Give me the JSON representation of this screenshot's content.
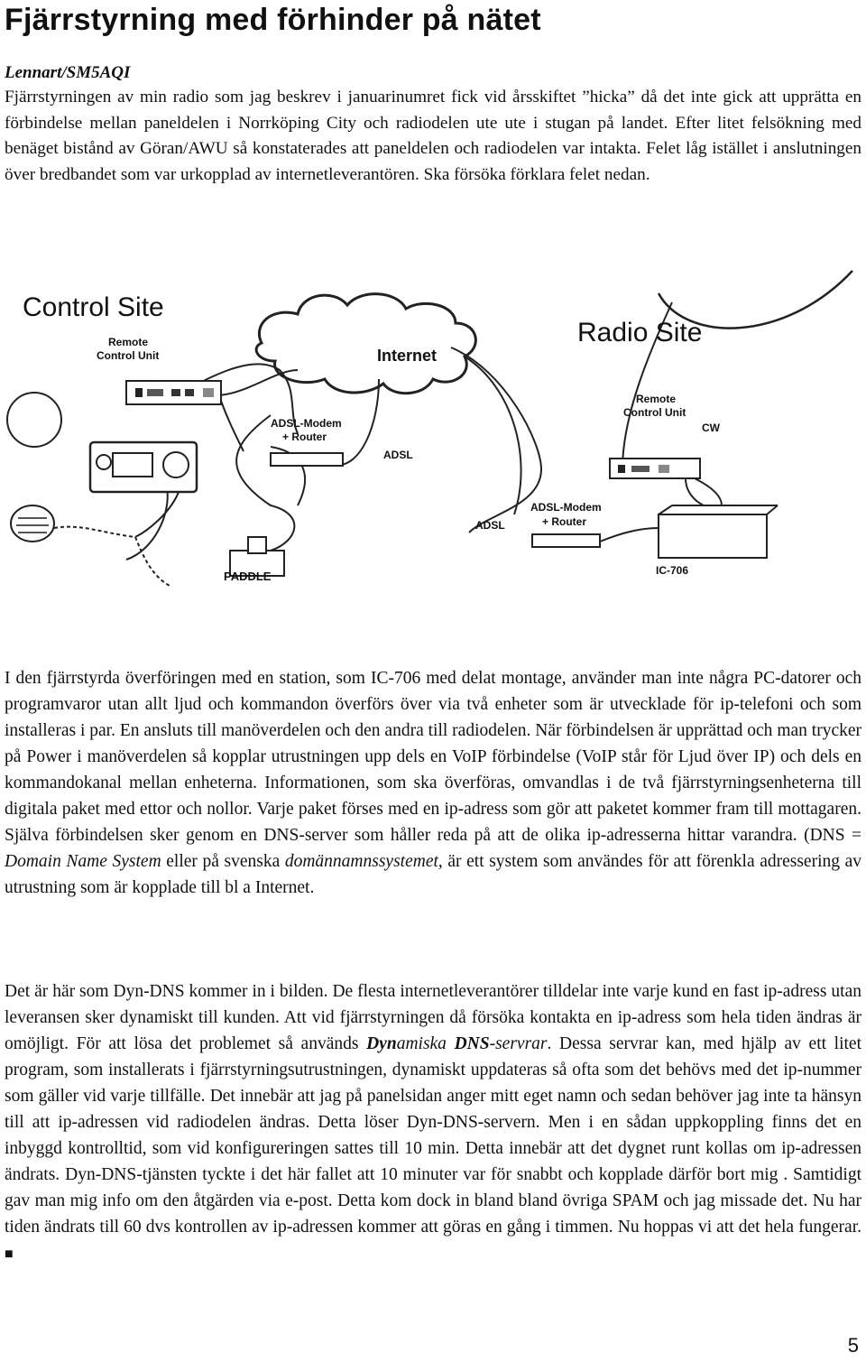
{
  "title": "Fjärrstyrning med förhinder på nätet",
  "author": "Lennart/SM5AQI",
  "intro": "Fjärrstyrningen av min radio som jag beskrev i januarinumret fick vid årsskiftet ”hicka” då det inte gick att upprätta en förbindelse mellan paneldelen i Norrköping City och radiodelen ute ute i stugan på landet. Efter litet felsökning med benäget bistånd av Göran/AWU så konstaterades att paneldelen och radiodelen var intakta. Felet låg istället i anslutningen över bredbandet som var urkopplad av internetleverantören. Ska försöka förklara felet nedan.",
  "diagram": {
    "control_site": "Control Site",
    "radio_site": "Radio Site",
    "internet": "Internet",
    "remote_control_unit": [
      "Remote",
      "Control Unit"
    ],
    "adsl_modem": [
      "ADSL-Modem",
      "+ Router"
    ],
    "adsl": "ADSL",
    "paddle": "PADDLE",
    "cw": "CW",
    "radio_model": "IC-706"
  },
  "p2": {
    "part1": "I den fjärrstyrda överföringen med en station, som IC-706 med delat montage, använder man inte några PC-datorer och programvaror utan allt ljud och kommandon överförs över via två enheter som är utvecklade för ip-telefoni och som installeras i par. En ansluts till manöverdelen och den andra till radiodelen. När förbindelsen är upprättad och man trycker på Power i manöverdelen så kopplar utrustningen upp dels en VoIP förbindelse (VoIP står för Ljud över IP) och dels en kommandokanal mellan enheterna. Informationen, som ska överföras, omvandlas i de två fjärrstyrningsenheterna till digitala paket med ettor och nollor. Varje paket förses med en ip-adress som gör att paketet kommer fram till mottagaren. Själva förbindelsen sker genom en DNS-server som håller reda på att de olika ip-adresserna hittar varandra. (DNS = ",
    "dns_italic": "Domain Name System",
    "part2": " eller på svenska ",
    "svenska_italic": "domännamnssystemet",
    "part3": ", är ett system som användes för att förenkla adressering av utrustning som är kopplade till bl a Internet."
  },
  "p3": {
    "part1": "Det är här som Dyn-DNS kommer in i bilden. De flesta internetleverantörer tilldelar inte varje kund en fast ip-adress utan leveransen sker dynamiskt till kunden. Att vid fjärrstyrningen då försöka kontakta en ip-adress som hela tiden ändras är omöjligt. För att lösa det problemet så används ",
    "dyn_bold": "Dyn",
    "amiska": "amiska ",
    "dns_bold": "DNS",
    "servrar": "-servrar",
    "part2": ". Dessa servrar kan, med hjälp av ett litet program, som installerats i fjärrstyrningsutrustningen, dynamiskt uppdateras så ofta som det behövs med det ip-nummer som gäller vid varje tillfälle. Det innebär att jag på panelsidan anger mitt eget namn och sedan behöver jag inte ta hänsyn till att ip-adressen vid radiodelen ändras. Detta löser Dyn-DNS-servern. Men i en sådan uppkoppling finns det en inbyggd kontrolltid, som vid konfigureringen sattes till 10 min. Detta innebär att det dygnet runt kollas om ip-adressen ändrats. Dyn-DNS-tjänsten tyckte i det här fallet att 10 minuter var för snabbt och kopplade därför bort mig . Samtidigt gav man mig info om den åtgärden via e-post. Detta kom dock in bland bland övriga SPAM och jag missade det. Nu har tiden ändrats till 60 dvs kontrollen av ip-adressen kommer att göras en gång i timmen. Nu hoppas vi att det hela fungerar. ",
    "end_mark": "■"
  },
  "page_number": "5"
}
